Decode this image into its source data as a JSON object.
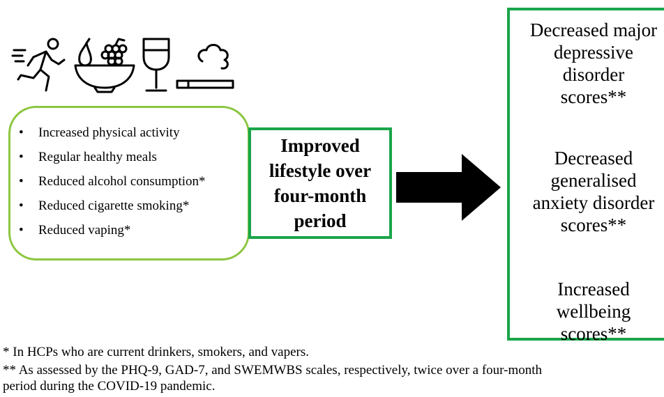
{
  "icons": [
    "running-person-icon",
    "fruit-bowl-icon",
    "wine-glass-icon",
    "cigarette-icon"
  ],
  "behaviors": {
    "items": [
      "Increased physical activity",
      "Regular healthy meals",
      "Reduced alcohol consumption*",
      "Reduced cigarette smoking*",
      "Reduced vaping*"
    ]
  },
  "lifestyle": {
    "line1": "Improved",
    "line2": "lifestyle over",
    "line3": "four-month",
    "line4": "period"
  },
  "outcomes": {
    "depressive": "Decreased major\ndepressive\ndisorder\nscores**",
    "anxiety": "Decreased\ngeneralised\nanxiety disorder\nscores**",
    "wellbeing": "Increased\nwellbeing\nscores**"
  },
  "footnotes": {
    "single": "* In HCPs who are current drinkers, smokers, and vapers.",
    "double_line1": "** As assessed by the PHQ-9, GAD-7, and SWEMWBS scales, respectively, twice over a four-month",
    "double_line2": "period during the COVID-19 pandemic."
  },
  "colors": {
    "behaviors_border": "#8cc63f",
    "box_border": "#1aa54a",
    "arrow": "#000000"
  }
}
